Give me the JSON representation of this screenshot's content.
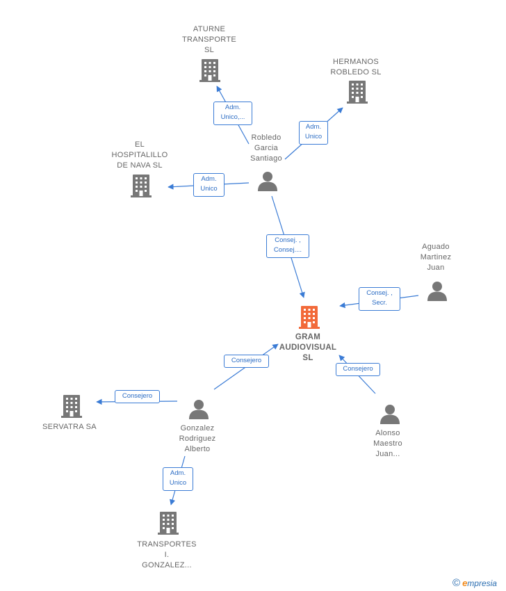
{
  "colors": {
    "edge": "#3a7bd5",
    "company": "#777777",
    "company_main": "#f26a3a",
    "person": "#777777"
  },
  "nodes": [
    {
      "id": "aturne",
      "type": "company",
      "label": "ATURNE\nTRANSPORTE\nSL",
      "icon": "building-icon"
    },
    {
      "id": "hermanos",
      "type": "company",
      "label": "HERMANOS\nROBLEDO  SL",
      "icon": "building-icon"
    },
    {
      "id": "hospitalillo",
      "type": "company",
      "label": "EL\nHOSPITALILLO\nDE NAVA  SL",
      "icon": "building-icon"
    },
    {
      "id": "robledo",
      "type": "person",
      "label": "Robledo\nGarcia\nSantiago",
      "icon": "person-icon"
    },
    {
      "id": "aguado",
      "type": "person",
      "label": "Aguado\nMartinez\nJuan",
      "icon": "person-icon"
    },
    {
      "id": "gram",
      "type": "company_main",
      "label": "GRAM\nAUDIOVISUAL\nSL",
      "icon": "building-icon"
    },
    {
      "id": "servatra",
      "type": "company",
      "label": "SERVATRA SA",
      "icon": "building-icon"
    },
    {
      "id": "gonzalez",
      "type": "person",
      "label": "Gonzalez\nRodriguez\nAlberto",
      "icon": "person-icon"
    },
    {
      "id": "alonso",
      "type": "person",
      "label": "Alonso\nMaestro\nJuan...",
      "icon": "person-icon"
    },
    {
      "id": "transportes",
      "type": "company",
      "label": "TRANSPORTES\nI.\nGONZALEZ...",
      "icon": "building-icon"
    }
  ],
  "edges": [
    {
      "from": "robledo",
      "to": "aturne",
      "label": "Adm.\nUnico,..."
    },
    {
      "from": "robledo",
      "to": "hermanos",
      "label": "Adm.\nUnico"
    },
    {
      "from": "robledo",
      "to": "hospitalillo",
      "label": "Adm.\nUnico"
    },
    {
      "from": "robledo",
      "to": "gram",
      "label": "Consej. ,\nConsej...."
    },
    {
      "from": "aguado",
      "to": "gram",
      "label": "Consej. ,\nSecr."
    },
    {
      "from": "gonzalez",
      "to": "gram",
      "label": "Consejero"
    },
    {
      "from": "alonso",
      "to": "gram",
      "label": "Consejero"
    },
    {
      "from": "gonzalez",
      "to": "servatra",
      "label": "Consejero"
    },
    {
      "from": "gonzalez",
      "to": "transportes",
      "label": "Adm.\nUnico"
    }
  ],
  "footer": {
    "copyright": "©",
    "brand_initial": "e",
    "brand_rest": "mpresia"
  }
}
